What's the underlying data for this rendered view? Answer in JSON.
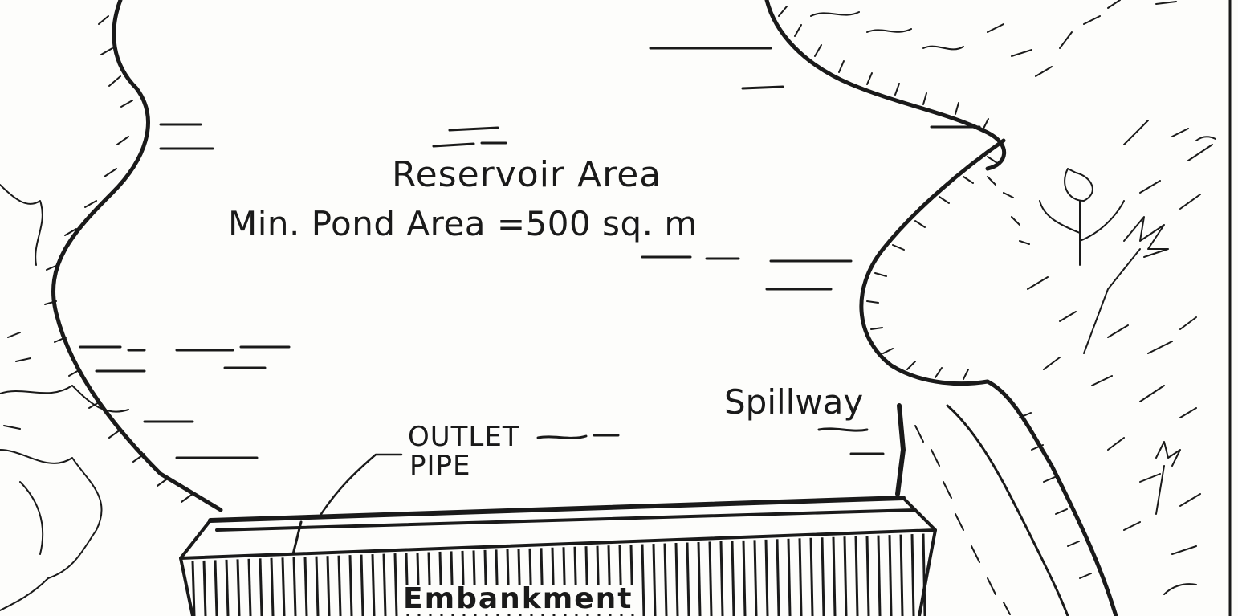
{
  "labels": {
    "reservoir": "Reservoir Area",
    "pond_area": "Min. Pond Area =500 sq. m",
    "spillway": "Spillway",
    "outlet_line1": "OUTLET",
    "outlet_line2": "PIPE",
    "embankment": "Embankment"
  },
  "colors": {
    "ink": "#1a1a1a",
    "paper": "#fdfdfb"
  }
}
